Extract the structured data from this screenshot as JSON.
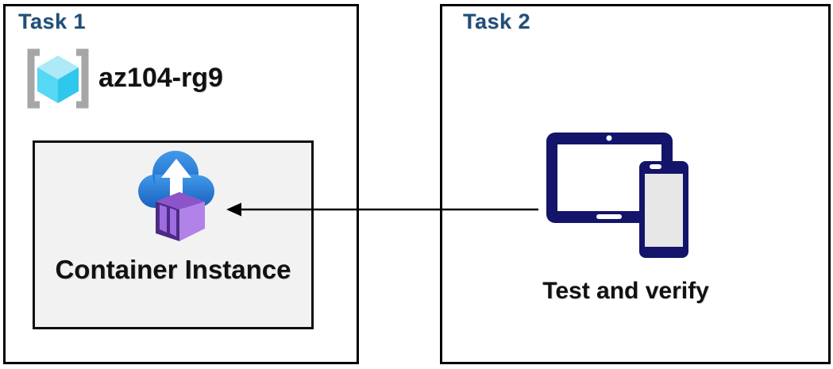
{
  "task1": {
    "title": "Task 1",
    "resource_group": {
      "name": "az104-rg9",
      "icon": "resource-group-icon"
    },
    "container_instance": {
      "label": "Container Instance",
      "icon": "container-instances-icon"
    }
  },
  "task2": {
    "title": "Task 2",
    "devices": {
      "label": "Test and verify",
      "icon": "tablet-and-phone-icon"
    }
  },
  "arrow": {
    "from": "task2-devices",
    "to": "task1-container-instance",
    "direction": "left"
  },
  "colors": {
    "title_blue": "#1F4E79",
    "text_black": "#111111",
    "box_border": "#000000",
    "inner_box_bg": "#F2F2F2",
    "inner_box_border": "#0D0D0D",
    "arrow_black": "#000000",
    "bracket_gray": "#A6A6A6",
    "cube_top": "#ACEAF8",
    "cube_left": "#56D7F3",
    "cube_right": "#2FC7EC",
    "cloud_light": "#4199EA",
    "cloud_dark": "#1961C0",
    "container_frame": "#4E2A85",
    "container_panel": "#9D6CE0",
    "container_side": "#B183E8",
    "container_top": "#8B55C9",
    "device_navy": "#14146B",
    "tablet_screen": "#FFFFFF",
    "phone_screen": "#E7E7E7"
  }
}
